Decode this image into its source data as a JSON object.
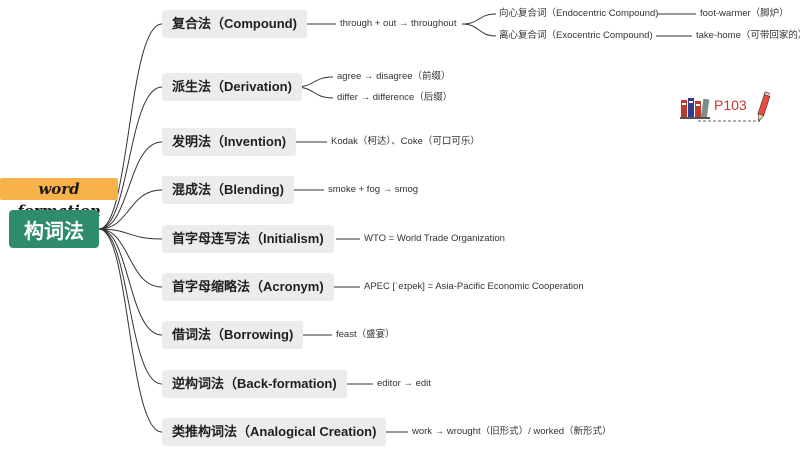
{
  "root": {
    "label": "构词法",
    "tag": "word formation"
  },
  "page_ref": "P103",
  "icons": {
    "books": "books-icon",
    "pencil": "pencil-icon"
  },
  "colors": {
    "root": "#2e8b6e",
    "tag": "#f7b24a",
    "branch_bg": "#ececec",
    "line": "#333333",
    "page_ref": "#d0342c"
  },
  "branches": [
    {
      "label": "复合法（Compound)",
      "example": "through + out → throughout",
      "sub": [
        {
          "label": "向心复合词（Endocentric Compound)",
          "example": "foot-warmer（脚炉）"
        },
        {
          "label": "离心复合词（Exocentric Compound)",
          "example": "take-home（可带回家的）"
        }
      ]
    },
    {
      "label": "派生法（Derivation)",
      "examples": [
        "agree → disagree（前缀）",
        "differ → difference（后缀）"
      ]
    },
    {
      "label": "发明法（Invention)",
      "example": "Kodak（柯达）、Coke（可口可乐）"
    },
    {
      "label": "混成法（Blending)",
      "example": "smoke + fog → smog"
    },
    {
      "label": "首字母连写法（Initialism)",
      "example": "WTO = World Trade Organization"
    },
    {
      "label": "首字母缩略法（Acronym)",
      "example": "APEC [ˈeɪpek] = Asia-Pacific Economic Cooperation"
    },
    {
      "label": "借词法（Borrowing)",
      "example": "feast（盛宴）"
    },
    {
      "label": "逆构词法（Back-formation)",
      "example": "editor → edit"
    },
    {
      "label": "类推构词法（Analogical Creation)",
      "example": "work → wrought（旧形式）/ worked（新形式）"
    }
  ]
}
